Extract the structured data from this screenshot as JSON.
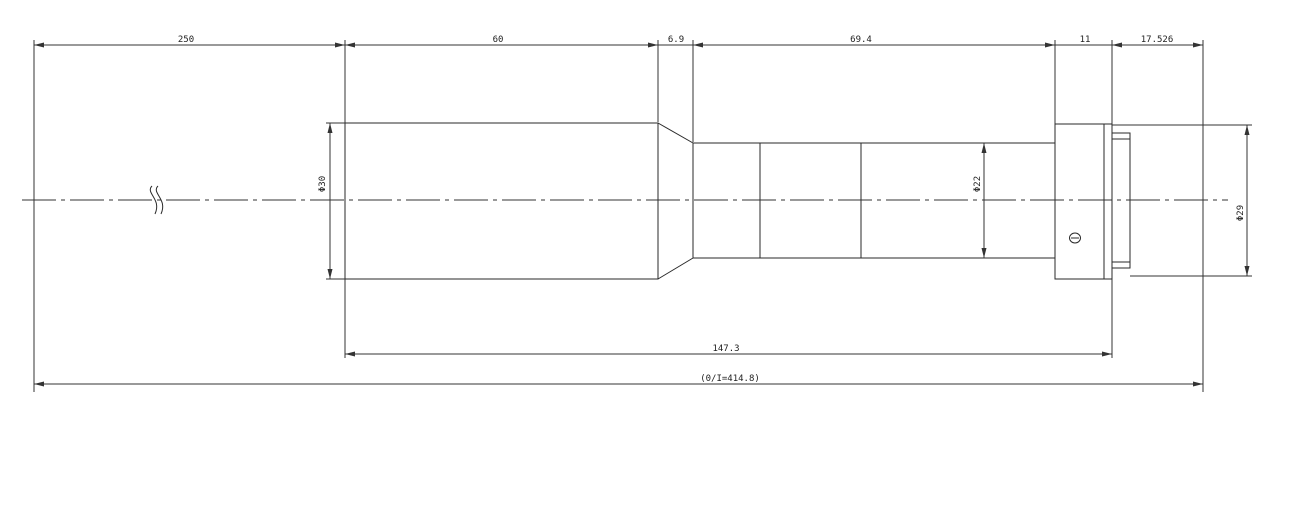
{
  "drawing": {
    "dimensions": {
      "working_distance": "250",
      "front_length": "60",
      "taper_length": "6.9",
      "body_length": "69.4",
      "ring_length": "11",
      "flange_length": "17.526",
      "total_length": "147.3",
      "object_image_distance": "(0/I=414.8)"
    },
    "diameters": {
      "front_diameter": "Φ30",
      "body_diameter": "Φ22",
      "rear_diameter": "Φ29"
    }
  }
}
